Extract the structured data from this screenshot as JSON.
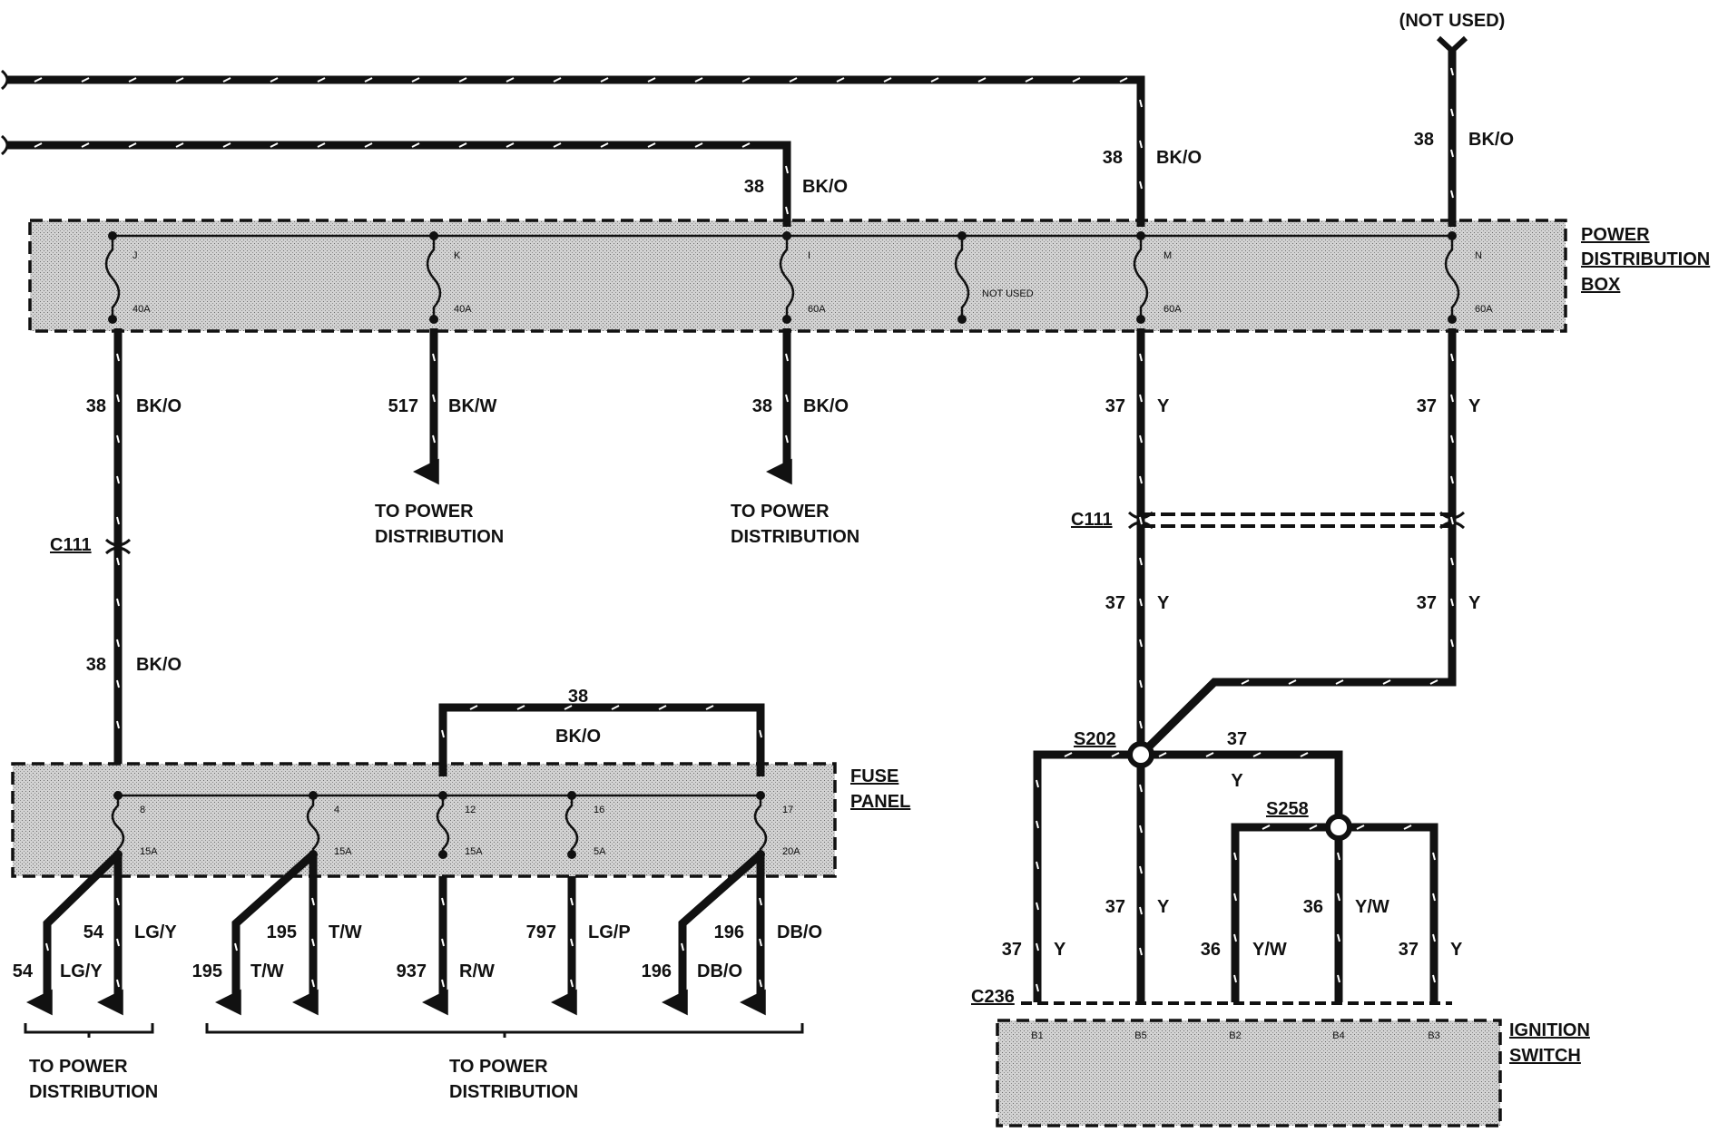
{
  "components": {
    "pdb": {
      "name_lines": [
        "POWER",
        "DISTRIBUTION",
        "BOX"
      ]
    },
    "fuse_panel": {
      "name_lines": [
        "FUSE",
        "PANEL"
      ]
    },
    "ignition_switch": {
      "name_lines": [
        "IGNITION",
        "SWITCH"
      ]
    }
  },
  "not_used_top": "(NOT USED)",
  "pdb_fuses": [
    {
      "id": "J",
      "rating": "40A"
    },
    {
      "id": "K",
      "rating": "40A"
    },
    {
      "id": "I",
      "rating": "60A"
    },
    {
      "id": "",
      "rating": "NOT USED"
    },
    {
      "id": "M",
      "rating": "60A"
    },
    {
      "id": "N",
      "rating": "60A"
    }
  ],
  "fuse_panel_fuses": [
    {
      "id": "8",
      "rating": "15A"
    },
    {
      "id": "4",
      "rating": "15A"
    },
    {
      "id": "12",
      "rating": "15A"
    },
    {
      "id": "16",
      "rating": "5A"
    },
    {
      "id": "17",
      "rating": "20A"
    }
  ],
  "connectors": {
    "c111_left": "C111",
    "c111_right": "C111",
    "c236": "C236"
  },
  "splices": {
    "s202": "S202",
    "s258": "S258"
  },
  "pins": [
    "B1",
    "B5",
    "B2",
    "B4",
    "B3"
  ],
  "wires": {
    "top_in": {
      "circuit": "38",
      "color": "BK/O"
    },
    "m_in": {
      "circuit": "38",
      "color": "BK/O"
    },
    "n_in": {
      "circuit": "38",
      "color": "BK/O"
    },
    "j_out": {
      "circuit": "38",
      "color": "BK/O"
    },
    "k_out": {
      "circuit": "517",
      "color": "BK/W"
    },
    "i_out": {
      "circuit": "38",
      "color": "BK/O"
    },
    "m_out": {
      "circuit": "37",
      "color": "Y"
    },
    "n_out": {
      "circuit": "37",
      "color": "Y"
    },
    "m_after": {
      "circuit": "37",
      "color": "Y"
    },
    "n_after": {
      "circuit": "37",
      "color": "Y"
    },
    "c111_after": {
      "circuit": "38",
      "color": "BK/O"
    },
    "bridge": {
      "circuit": "38",
      "color": "BK/O"
    },
    "s202_branch": {
      "circuit": "37",
      "color": "Y"
    },
    "b5_wire": {
      "circuit": "37",
      "color": "Y"
    },
    "b4_wire": {
      "circuit": "36",
      "color": "Y/W"
    },
    "b1_wire": {
      "circuit": "37",
      "color": "Y"
    },
    "b2_wire": {
      "circuit": "36",
      "color": "Y/W"
    },
    "b3_wire": {
      "circuit": "37",
      "color": "Y"
    },
    "f8_a": {
      "circuit": "54",
      "color": "LG/Y"
    },
    "f8_b": {
      "circuit": "54",
      "color": "LG/Y"
    },
    "f4_a": {
      "circuit": "195",
      "color": "T/W"
    },
    "f4_b": {
      "circuit": "195",
      "color": "T/W"
    },
    "f12": {
      "circuit": "937",
      "color": "R/W"
    },
    "f16": {
      "circuit": "797",
      "color": "LG/P"
    },
    "f17_a": {
      "circuit": "196",
      "color": "DB/O"
    },
    "f17_b": {
      "circuit": "196",
      "color": "DB/O"
    }
  },
  "destinations": {
    "k": [
      "TO POWER",
      "DISTRIBUTION"
    ],
    "i": [
      "TO POWER",
      "DISTRIBUTION"
    ],
    "fuse8": [
      "TO POWER",
      "DISTRIBUTION"
    ],
    "group": [
      "TO POWER",
      "DISTRIBUTION"
    ]
  }
}
